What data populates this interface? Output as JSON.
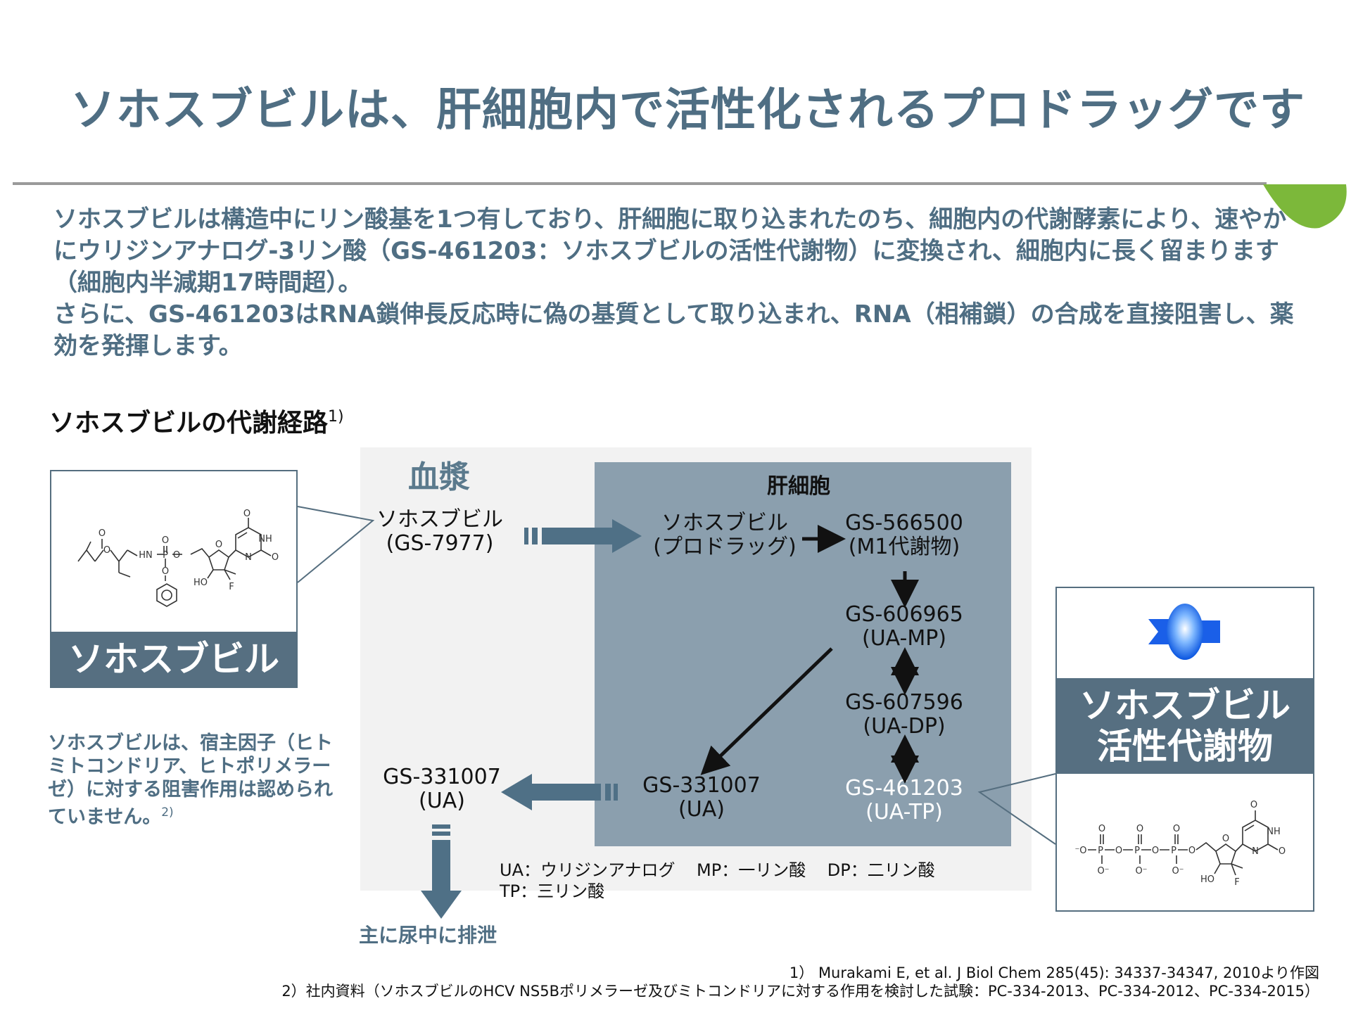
{
  "title": "ソホスブビルは、肝細胞内で活性化されるプロドラッグです",
  "body": {
    "para1": "ソホスブビルは構造中にリン酸基を1つ有しており、肝細胞に取り込まれたのち、細胞内の代謝酵素により、速やかにウリジンアナログ-3リン酸（GS-461203：ソホスブビルの活性代謝物）に変換され、細胞内に長く留まります（細胞内半減期17時間超）。",
    "para2": "さらに、GS-461203はRNA鎖伸長反応時に偽の基質として取り込まれ、RNA（相補鎖）の合成を直接阻害し、薬効を発揮します。"
  },
  "section": {
    "heading": "ソホスブビルの代謝経路",
    "ref": "1)"
  },
  "sofosbuvir_card": {
    "label": "ソホスブビル",
    "atoms": {
      "o_top": "O",
      "nh": "NH",
      "n": "N",
      "o_right": "O",
      "o_ester_carbonyl": "O",
      "o_ester": "O",
      "hn": "HN",
      "o_p_top": "O",
      "p": "P",
      "o_p_link": "O",
      "o_p_bottom": "O",
      "o_ring": "O",
      "ho": "HO",
      "f": "F"
    }
  },
  "note": {
    "text": "ソホスブビルは、宿主因子（ヒトミトコンドリア、ヒトポリメラーゼ）に対する阻害作用は認められていません。",
    "ref": "2)"
  },
  "diagram": {
    "plasma_label": "血漿",
    "hepatocyte_label": "肝細胞",
    "nodes": {
      "plasma_sofosbuvir": [
        "ソホスブビル",
        "(GS-7977)"
      ],
      "hep_sofosbuvir": [
        "ソホスブビル",
        "(プロドラッグ)"
      ],
      "gs566500": [
        "GS-566500",
        "(M1代謝物)"
      ],
      "gs606965": [
        "GS-606965",
        "(UA-MP)"
      ],
      "gs607596": [
        "GS-607596",
        "(UA-DP)"
      ],
      "gs461203": [
        "GS-461203",
        "(UA-TP)"
      ],
      "hep_gs331007": [
        "GS-331007",
        "(UA)"
      ],
      "plasma_gs331007": [
        "GS-331007",
        "(UA)"
      ]
    },
    "excretion": "主に尿中に排泄",
    "legend": {
      "ua": "UA：ウリジンアナログ",
      "mp": "MP：一リン酸",
      "dp": "DP：二リン酸",
      "tp": "TP：三リン酸"
    },
    "colors": {
      "plasma_bg": "#f2f2f2",
      "hepatocyte_bg": "#8b9fae",
      "arrow_block": "#4f7086",
      "active_text": "#ffffff"
    }
  },
  "active_card": {
    "label_line1": "ソホスブビル",
    "label_line2": "活性代謝物",
    "icon": "blue-capsule-icon",
    "atoms": {
      "o_top": "O",
      "nh": "NH",
      "n": "N",
      "o_right": "O",
      "o_minus_left": "⁻O",
      "p1": "P",
      "p2": "P",
      "p3": "P",
      "o_link1": "O",
      "o_link2": "O",
      "o_link3": "O",
      "o_p1_top": "O",
      "o_p2_top": "O",
      "o_p3_top": "O",
      "o_p1_bottom": "O⁻",
      "o_p2_bottom": "O⁻",
      "o_p3_bottom": "O⁻",
      "o_ring": "O",
      "ho": "HO",
      "f": "F"
    }
  },
  "footnotes": {
    "f1": "1） Murakami E, et al. J Biol Chem 285(45): 34337-34347, 2010より作図",
    "f2": "2）社内資料（ソホスブビルのHCV NS5Bポリメラーゼ及びミトコンドリアに対する作用を検討した試験：PC-334-2013、PC-334-2012、PC-334-2015）"
  }
}
